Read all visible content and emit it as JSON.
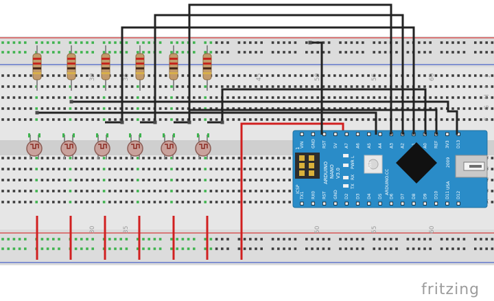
{
  "breadboard": {
    "column_numbers_top": [
      "30",
      "35",
      "45",
      "50",
      "55",
      "60"
    ],
    "column_numbers_bottom": [
      "30",
      "35",
      "50",
      "55",
      "60"
    ],
    "row_letters_top": [
      "J",
      "I",
      "H",
      "G",
      "F"
    ],
    "row_letters_bottom": [
      "E",
      "D",
      "C",
      "B",
      "A"
    ]
  },
  "arduino": {
    "label_lines": [
      "ARDUINO",
      "NANO",
      "V3.0"
    ],
    "year": "2009",
    "usa": "USA",
    "cc": "ARDUINO.CC",
    "icsp": "ICSP",
    "icsp_pin": "1",
    "rst": "RST",
    "led_labels": [
      "L",
      "PWR",
      "RX",
      "TX"
    ],
    "top_pins": [
      "VIN",
      "GND",
      "RST",
      "5V",
      "A7",
      "A6",
      "A5",
      "A4",
      "A3",
      "A2",
      "A1",
      "A0",
      "REF",
      "3V3",
      "D13"
    ],
    "bottom_pins": [
      "TX1",
      "RX0",
      "RST",
      "GND",
      "D2",
      "D3",
      "D4",
      "D5",
      "D6",
      "D7",
      "D8",
      "D9",
      "D10",
      "D11",
      "D12"
    ]
  },
  "colors": {
    "board": "#2a8cc8",
    "wire_black": "#222222",
    "wire_red": "#d11f1f",
    "rail_red": "#d63a3a",
    "rail_blue": "#4a62c8",
    "hole_green": "#3fb34f",
    "hole_gray": "#3d3d3d",
    "breadboard": "#dcdcdc"
  },
  "brand": "fritzing"
}
